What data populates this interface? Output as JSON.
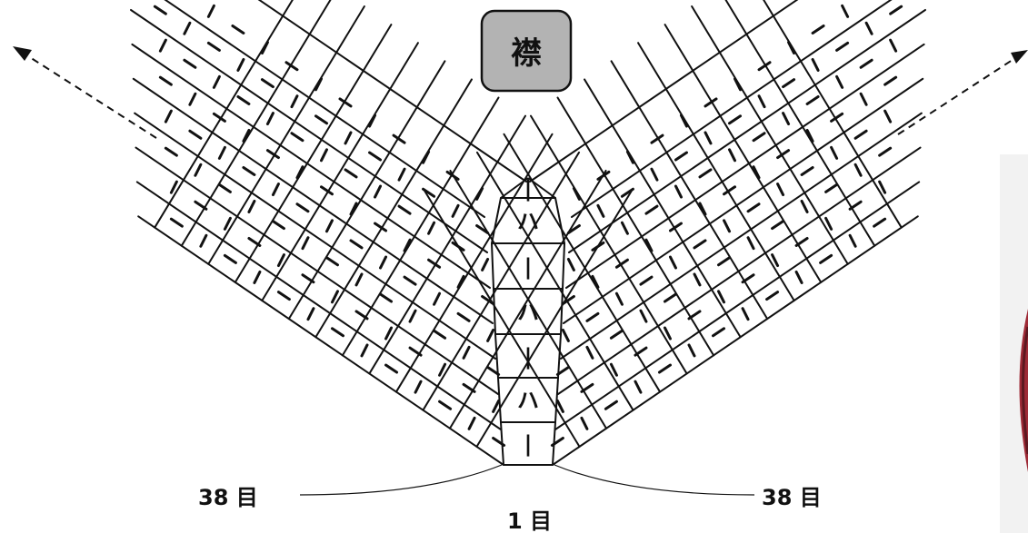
{
  "title": "襟",
  "labels": {
    "left_count": "38 目",
    "right_count": "38 目",
    "center_count": "1 目"
  },
  "colors": {
    "line": "#111111",
    "title_box_fill": "#b3b3b3",
    "background": "#ffffff"
  },
  "symbols": {
    "knit": "|",
    "decrease": "ハ"
  },
  "icons": [
    "arrow-up-left-icon",
    "arrow-up-right-icon"
  ]
}
